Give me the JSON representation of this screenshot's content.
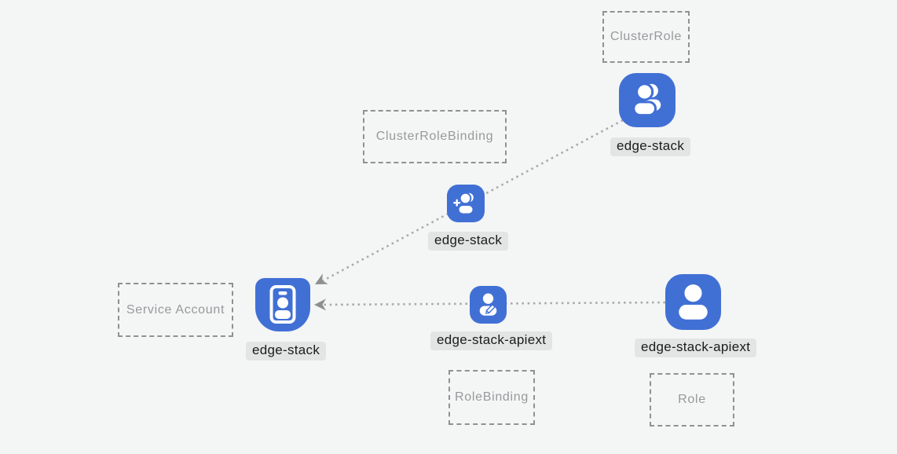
{
  "diagram": {
    "colors": {
      "background": "#f4f5f5",
      "accent_blue": "#4170d5",
      "chip_bg": "#e3e4e4",
      "chip_text": "#1b1b1b",
      "box_border": "#8f9193",
      "box_text": "#97999b",
      "connector": "#a9abad",
      "arrow": "#8d8f91"
    },
    "nodes": {
      "cluster_role": {
        "kind": "ClusterRole",
        "name": "edge-stack",
        "icon": "users-icon"
      },
      "cluster_role_binding": {
        "kind": "ClusterRoleBinding",
        "name": "edge-stack",
        "icon": "user-plus-icon"
      },
      "service_account": {
        "kind": "Service Account",
        "name": "edge-stack",
        "icon": "id-badge-icon"
      },
      "role_binding": {
        "kind": "RoleBinding",
        "name": "edge-stack-apiext",
        "icon": "user-edit-icon"
      },
      "role": {
        "kind": "Role",
        "name": "edge-stack-apiext",
        "icon": "user-icon"
      }
    },
    "connectors": [
      {
        "from": "cluster_role",
        "through": "cluster_role_binding",
        "to": "service_account",
        "style": "dotted-arrow"
      },
      {
        "from": "role",
        "through": "role_binding",
        "to": "service_account",
        "style": "dotted-arrow"
      }
    ]
  }
}
